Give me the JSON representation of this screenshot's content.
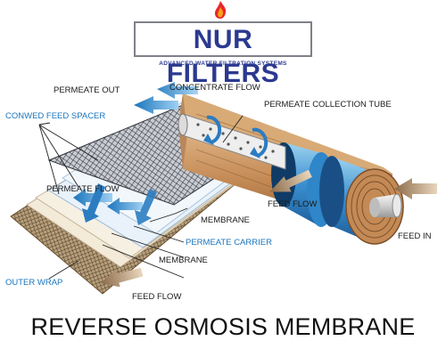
{
  "logo": {
    "name": "NUR FILTERS",
    "tagline": "ADVANCED WATER FILTRATION SYSTEMS",
    "primary_color": "#2b3990",
    "flame_colors": [
      "#e8262b",
      "#f7a21b"
    ]
  },
  "labels": {
    "permeate_out": "PERMEATE OUT",
    "concentrate_flow": "CONCENTRATE FLOW",
    "permeate_collection_tube": "PERMEATE COLLECTION TUBE",
    "conwed_feed_spacer": "CONWED FEED SPACER",
    "permeate_flow": "PERMEATE FLOW",
    "feed_flow_right": "FEED FLOW",
    "membrane_top": "MEMBRANE",
    "permeate_carrier": "PERMEATE CARRIER",
    "membrane_bottom": "MEMBRANE",
    "feed_in": "FEED IN",
    "outer_wrap": "OUTER WRAP",
    "feed_flow_bottom": "FEED FLOW"
  },
  "label_colors": {
    "black_text": "#1a1a1a",
    "blue_text": "#1b75bc"
  },
  "caption": "REVERSE OSMOSIS MEMBRANE"
}
